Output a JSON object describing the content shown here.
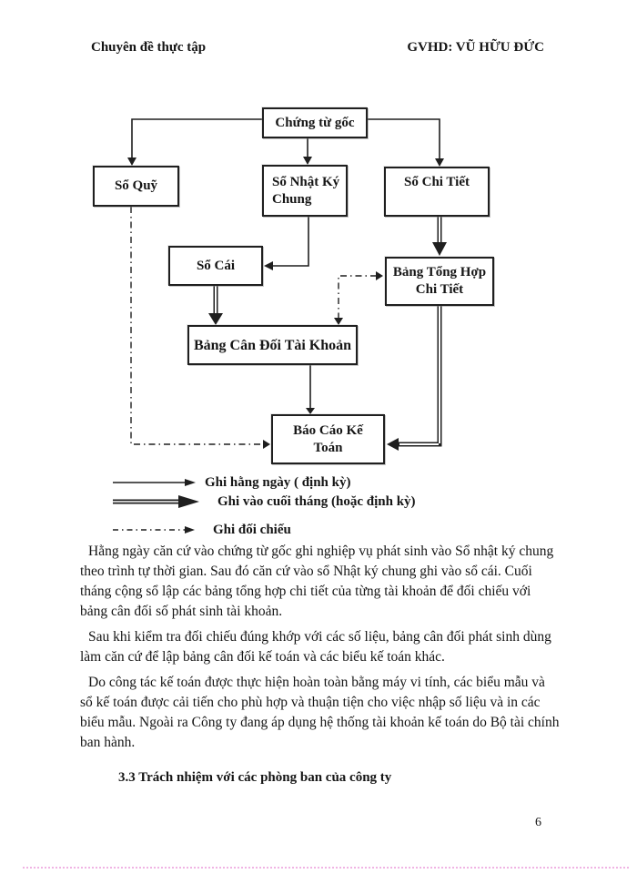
{
  "header": {
    "left": "Chuyên đề thực tập",
    "right": "GVHD: VŨ HỮU ĐỨC"
  },
  "flowchart": {
    "boxes": {
      "chung_tu_goc": "Chứng từ gốc",
      "so_quy": "Sổ Quỹ",
      "so_nhat_ky_chung": "Sổ Nhật Ký Chung",
      "so_chi_tiet": "Sổ Chi Tiết",
      "so_cai": "Sổ Cái",
      "bang_tong_hop_chi_tiet": "Bảng Tổng Hợp Chi Tiết",
      "bang_can_doi_tai_khoan": "Bảng Cân Đối Tài Khoản",
      "bao_cao_ke_toan": "Báo Cáo Kế Toán"
    },
    "legend": [
      {
        "style": "solid-thin",
        "label": "Ghi hằng ngày ( định kỳ)"
      },
      {
        "style": "solid-thick",
        "label": "Ghi vào cuối tháng (hoặc định kỳ)"
      },
      {
        "style": "dash-dot",
        "label": "Ghi đối chiếu"
      }
    ]
  },
  "body": {
    "paragraphs": [
      "Hằng ngày căn cứ vào chứng từ gốc ghi nghiệp vụ phát sinh vào Sổ nhật ký chung theo trình tự thời gian. Sau đó căn cứ vào sổ Nhật ký chung ghi vào sổ cái. Cuối tháng cộng sổ lập các bảng tổng hợp chi tiết của từng tài khoản để đối chiếu với bảng cân đối số phát sinh tài khoản.",
      "Sau khi kiểm tra đối chiếu đúng khớp với các số liệu, bảng cân đối phát sinh dùng làm căn cứ để lập bảng cân đối kế toán và các biểu kế toán khác.",
      "Do công tác kế toán được thực hiện hoàn toàn bằng máy vi tính, các biểu mẫu và sổ kế toán được cải tiến cho phù hợp và thuận tiện cho việc nhập số liệu và in các biểu mẫu. Ngoài ra Công ty đang áp dụng hệ thống tài khoản kế toán do Bộ tài chính ban hành."
    ],
    "section_heading": "3.3 Trách nhiệm với các phòng ban của công ty"
  },
  "footer": {
    "page_number": "6",
    "rule_color": "#f0b4e4"
  }
}
